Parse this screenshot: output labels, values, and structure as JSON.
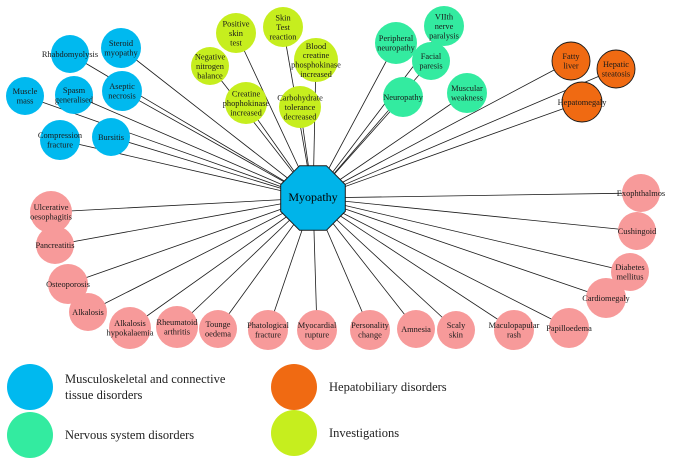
{
  "center": {
    "label": "Myopathy",
    "color": "#00b4e9"
  },
  "categories": {
    "musculoskeletal": {
      "label": "Musculoskeletal and connective tissue disorders",
      "color": "#00b9ef"
    },
    "hepatobiliary": {
      "label": "Hepatobiliary disorders",
      "color": "#f06a12"
    },
    "nervous": {
      "label": "Nervous system disorders",
      "color": "#33eba0"
    },
    "investigations": {
      "label": "Investigations",
      "color": "#c6ee1e"
    },
    "other": {
      "label": "",
      "color": "#f79a9a"
    }
  },
  "nodes": [
    {
      "id": "rhabdomyolysis",
      "lines": [
        "Rhabdomyolysis"
      ],
      "category": "musculoskeletal"
    },
    {
      "id": "steroid-myopathy",
      "lines": [
        "Steroid",
        "myopathy"
      ],
      "category": "musculoskeletal"
    },
    {
      "id": "muscle-mass",
      "lines": [
        "Muscle",
        "mass"
      ],
      "category": "musculoskeletal"
    },
    {
      "id": "spasm-generalised",
      "lines": [
        "Spasm",
        "generalised"
      ],
      "category": "musculoskeletal"
    },
    {
      "id": "aseptic-necrosis",
      "lines": [
        "Aseptic",
        "necrosis"
      ],
      "category": "musculoskeletal"
    },
    {
      "id": "compression-fracture",
      "lines": [
        "Compression",
        "fracture"
      ],
      "category": "musculoskeletal"
    },
    {
      "id": "bursitis",
      "lines": [
        "Bursitis"
      ],
      "category": "musculoskeletal"
    },
    {
      "id": "positive-skin-test",
      "lines": [
        "Positive",
        "skin",
        "test"
      ],
      "category": "investigations"
    },
    {
      "id": "skin-test-reaction",
      "lines": [
        "Skin",
        "Test",
        "reaction"
      ],
      "category": "investigations"
    },
    {
      "id": "negative-nitrogen-balance",
      "lines": [
        "Negative",
        "nitrogen",
        "balance"
      ],
      "category": "investigations"
    },
    {
      "id": "blood-creatine-phosphokinase-increased",
      "lines": [
        "Blood",
        "creatine",
        "phosphokinase",
        "increased"
      ],
      "category": "investigations"
    },
    {
      "id": "creatine-phophokinase-increased",
      "lines": [
        "Creatine",
        "phophokinase",
        "increased"
      ],
      "category": "investigations"
    },
    {
      "id": "carbohydrate-tolerance-decreased",
      "lines": [
        "Carbohydrate",
        "tolerance",
        "decreased"
      ],
      "category": "investigations"
    },
    {
      "id": "peripheral-neuropathy",
      "lines": [
        "Peripheral",
        "neuropathy"
      ],
      "category": "nervous"
    },
    {
      "id": "viith-nerve-paralysis",
      "lines": [
        "VIIth",
        "nerve",
        "paralysis"
      ],
      "category": "nervous"
    },
    {
      "id": "facial-paresis",
      "lines": [
        "Facial",
        "paresis"
      ],
      "category": "nervous"
    },
    {
      "id": "neuropathy",
      "lines": [
        "Neuropathy"
      ],
      "category": "nervous"
    },
    {
      "id": "muscular-weakness",
      "lines": [
        "Muscular",
        "weakness"
      ],
      "category": "nervous"
    },
    {
      "id": "fatty-liver",
      "lines": [
        "Fatty",
        "liver"
      ],
      "category": "hepatobiliary"
    },
    {
      "id": "hepatic-steatosis",
      "lines": [
        "Hepatic",
        "steatosis"
      ],
      "category": "hepatobiliary"
    },
    {
      "id": "hepatomegaly",
      "lines": [
        "Hepatomegaly"
      ],
      "category": "hepatobiliary"
    },
    {
      "id": "ulcerative-oesophagitis",
      "lines": [
        "Ulcerative",
        "oesophagitis"
      ],
      "category": "other"
    },
    {
      "id": "pancreatitis",
      "lines": [
        "Pancreatitis"
      ],
      "category": "other"
    },
    {
      "id": "osteoporosis",
      "lines": [
        "Osteoporosis"
      ],
      "category": "other"
    },
    {
      "id": "alkalosis",
      "lines": [
        "Alkalosis"
      ],
      "category": "other"
    },
    {
      "id": "alkalosis-hypokalaemia",
      "lines": [
        "Alkalosis",
        "hypokalaemia"
      ],
      "category": "other"
    },
    {
      "id": "rheumatoid-arthritis",
      "lines": [
        "Rheumatoid",
        "arthritis"
      ],
      "category": "other"
    },
    {
      "id": "tounge-oedema",
      "lines": [
        "Tounge",
        "oedema"
      ],
      "category": "other"
    },
    {
      "id": "phatological-fracture",
      "lines": [
        "Phatological",
        "fracture"
      ],
      "category": "other"
    },
    {
      "id": "myocardial-rupture",
      "lines": [
        "Myocardial",
        "rupture"
      ],
      "category": "other"
    },
    {
      "id": "personality-change",
      "lines": [
        "Personality",
        "change"
      ],
      "category": "other"
    },
    {
      "id": "amnesia",
      "lines": [
        "Amnesia"
      ],
      "category": "other"
    },
    {
      "id": "scaly-skin",
      "lines": [
        "Scaly",
        "skin"
      ],
      "category": "other"
    },
    {
      "id": "maculopapular-rash",
      "lines": [
        "Maculopapular",
        "rash"
      ],
      "category": "other"
    },
    {
      "id": "papilloedema",
      "lines": [
        "Papilloedema"
      ],
      "category": "other"
    },
    {
      "id": "cardiomegaly",
      "lines": [
        "Cardiomegaly"
      ],
      "category": "other"
    },
    {
      "id": "diabetes-mellitus",
      "lines": [
        "Diabetes",
        "mellitus"
      ],
      "category": "other"
    },
    {
      "id": "cushingoid",
      "lines": [
        "Cushingoid"
      ],
      "category": "other"
    },
    {
      "id": "exophthalmos",
      "lines": [
        "Exophthalmos"
      ],
      "category": "other"
    }
  ],
  "legend": [
    {
      "category": "musculoskeletal",
      "lines": [
        "Musculoskeletal and connective",
        "tissue disorders"
      ]
    },
    {
      "category": "hepatobiliary",
      "lines": [
        "Hepatobiliary disorders"
      ]
    },
    {
      "category": "nervous",
      "lines": [
        "Nervous system disorders"
      ]
    },
    {
      "category": "investigations",
      "lines": [
        "Investigations"
      ]
    }
  ]
}
